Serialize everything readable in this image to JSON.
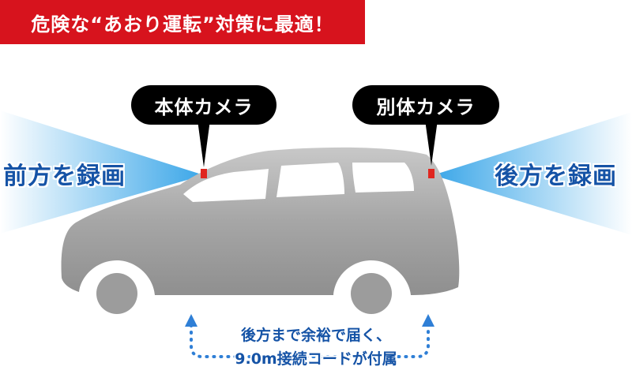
{
  "banner": {
    "text": "危険な“あおり運転”対策に最適！"
  },
  "cameras": {
    "front": {
      "label": "本体カメラ"
    },
    "rear": {
      "label": "別体カメラ"
    }
  },
  "recording": {
    "front": "前方を録画",
    "rear": "後方を録画"
  },
  "cable_note": {
    "line1": "後方まで余裕で届く、",
    "line2": "9.0m接続コードが付属"
  },
  "colors": {
    "banner_red": "#d7131d",
    "bubble_black": "#000000",
    "label_blue": "#1553a6",
    "beam_blue": "#3aa6e8",
    "car_gray": "#9a9a9a",
    "camera_red": "#e0261f"
  }
}
